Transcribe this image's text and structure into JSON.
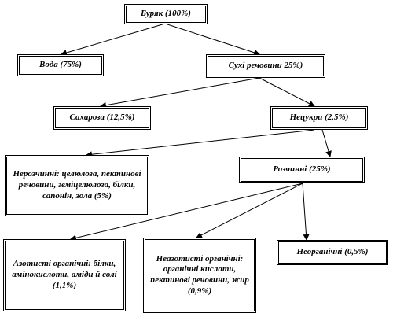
{
  "nodes": {
    "root": "Буряк (100%)",
    "water": "Вода (75%)",
    "dry": "Сухі речовини 25%)",
    "sucrose": "Сахароза (12,5%)",
    "nonsugar": "Нецукри (2,5%)",
    "insoluble": "Нерозчинні: целюлоза, пектинові речовини, геміцелюлоза, білки, сапонін, зола (5%)",
    "soluble": "Розчинні (25%)",
    "nitrogen": "Азотисті органічні: білки, амінокислоти, аміди й солі (1,1%)",
    "nonnitrogen": "Неазотисті органічні: органічні кислоти, пектинові речовини, жир (0,9%)",
    "inorganic": "Неорганічні (0,5%)"
  }
}
